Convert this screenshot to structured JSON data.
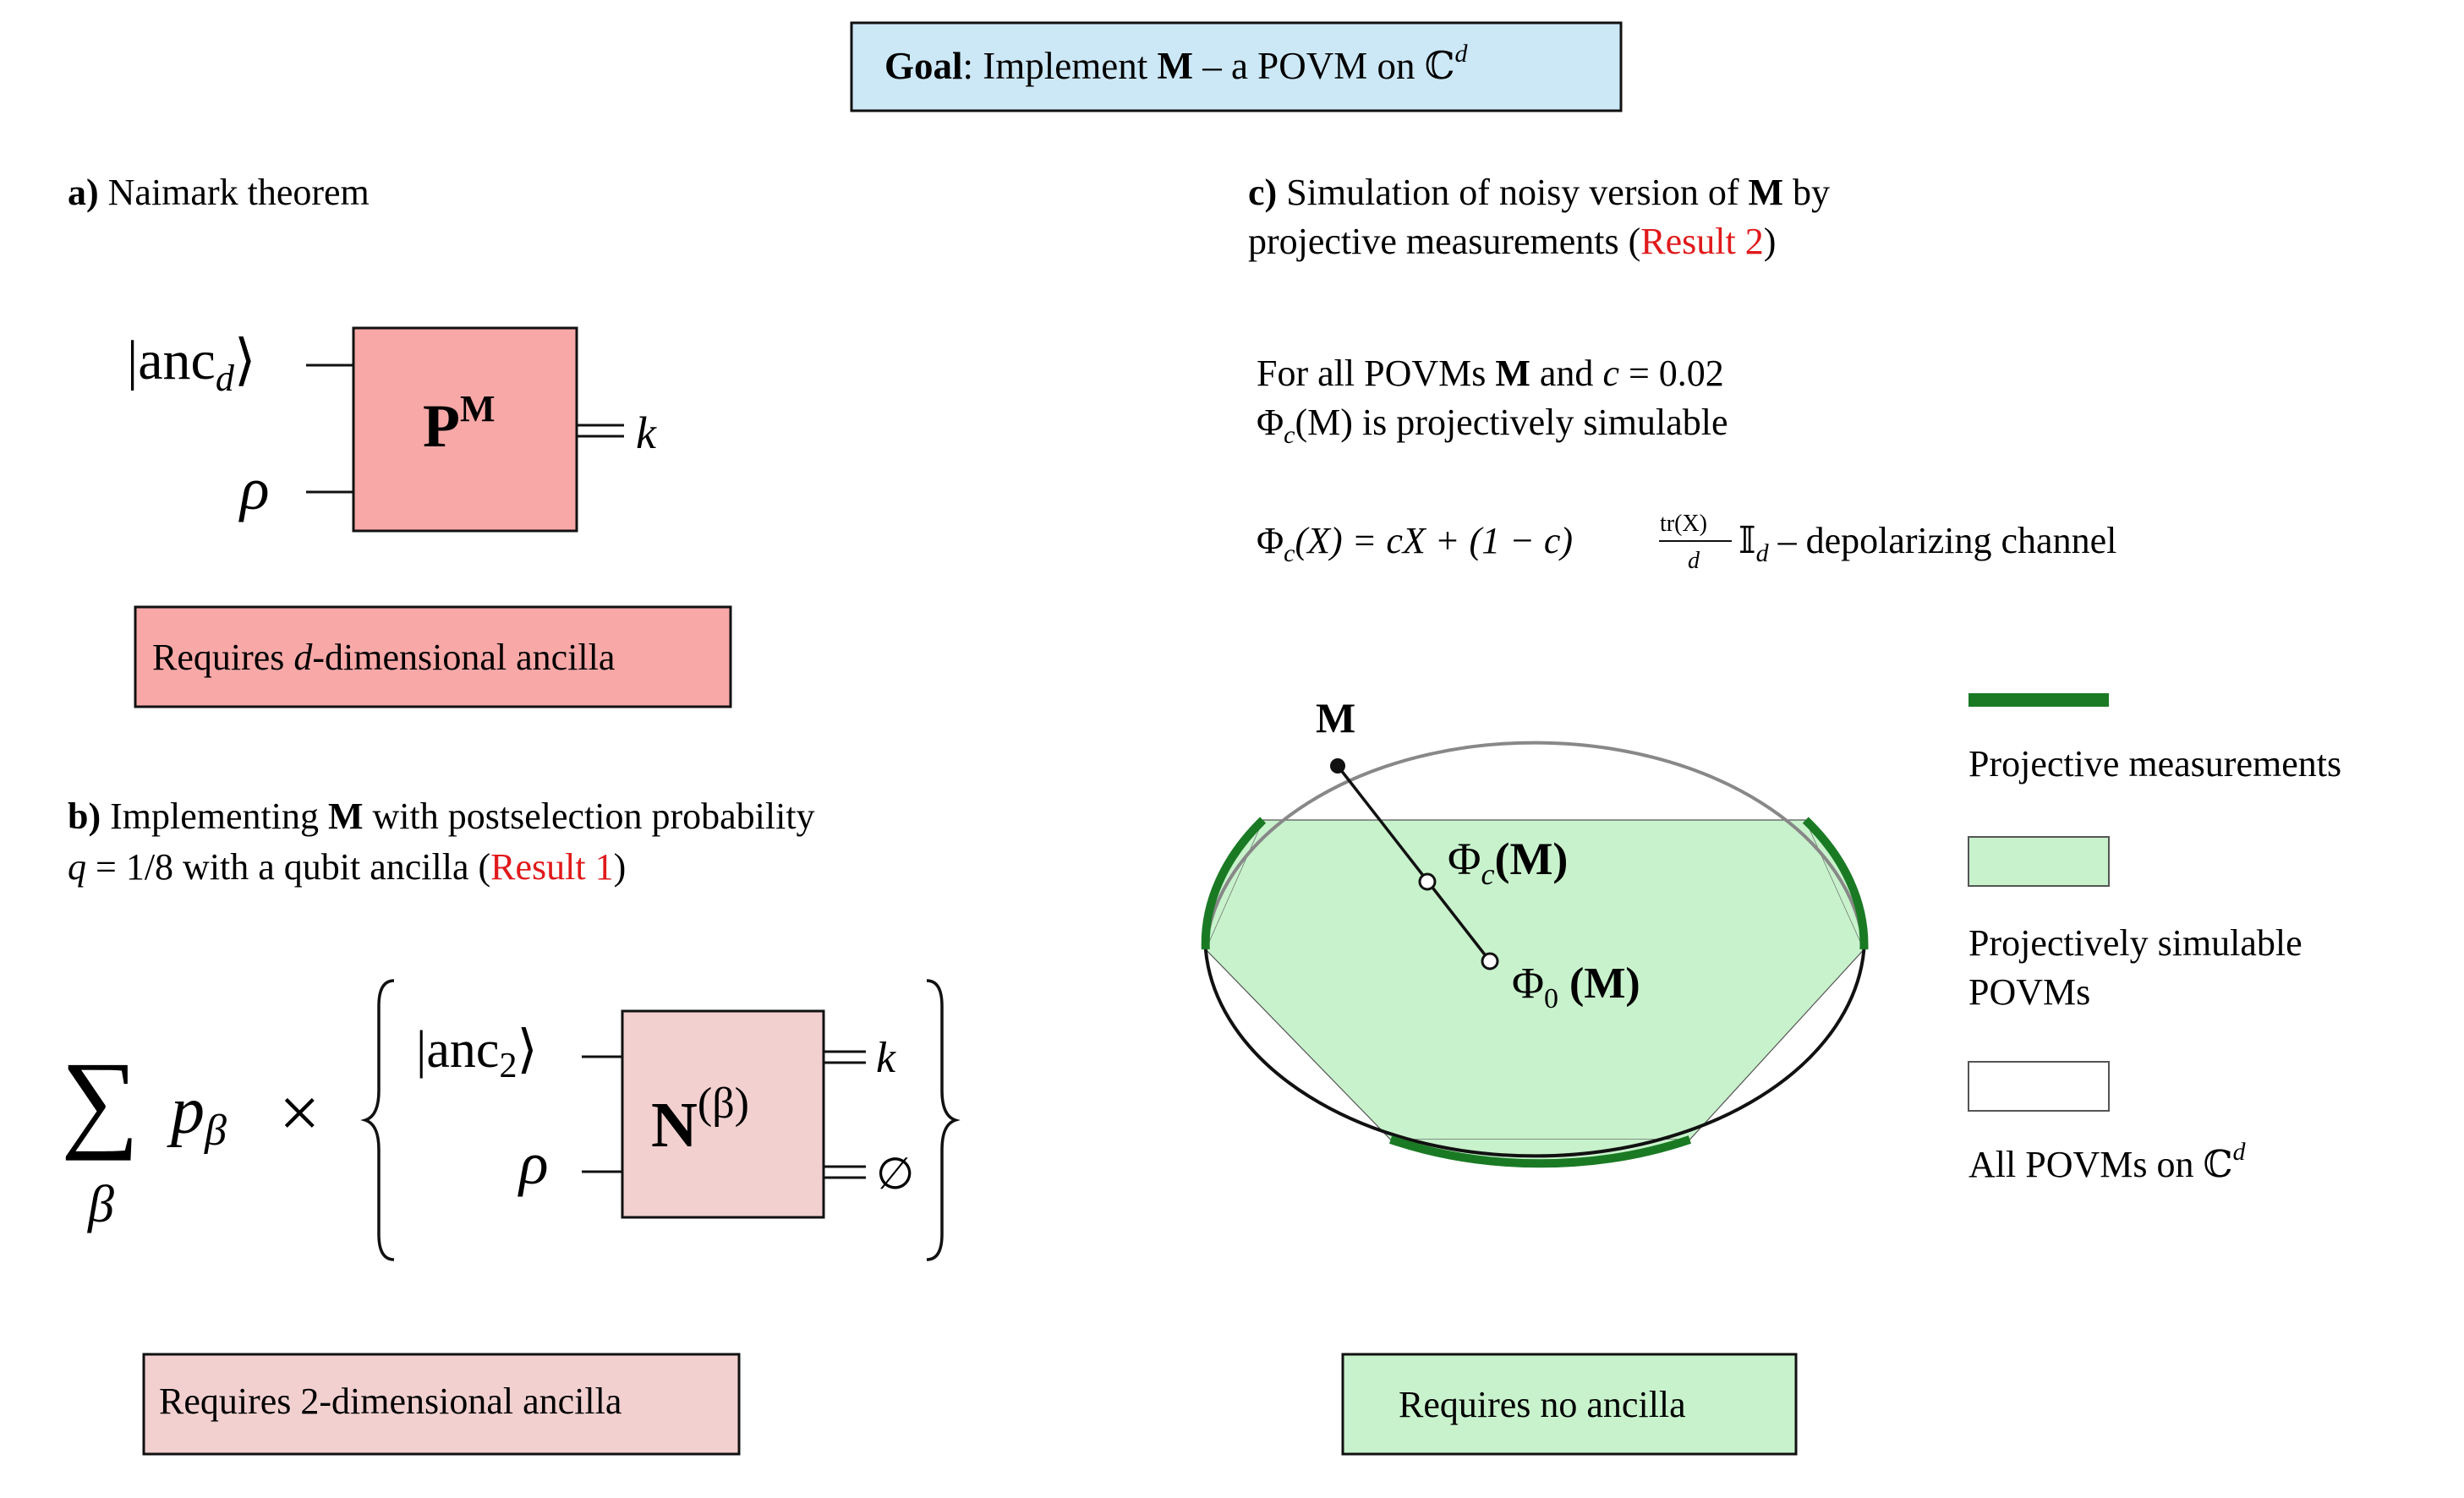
{
  "goal": {
    "bold": "Goal",
    "text_before": ": Implement ",
    "m": "M",
    "text_after": " – a POVM on ℂ",
    "sup": "d"
  },
  "panel_a": {
    "letter": "a)",
    "title": " Naimark theorem",
    "anc_label": "|anc",
    "anc_sub": "d",
    "anc_close": "⟩",
    "rho": "ρ",
    "box_main": "P",
    "box_sup": "M",
    "output": "k",
    "requirement_before": "Requires ",
    "requirement_var": "d",
    "requirement_after": "-dimensional ancilla"
  },
  "panel_b": {
    "letter": "b)",
    "line1_before": " Implementing ",
    "line1_m": "M",
    "line1_after": " with postselection probability",
    "line2_q": "q",
    "line2_before": " = 1/8 with a qubit ancilla (",
    "line2_result": "Result 1",
    "line2_after": ")",
    "sum_symbol": "∑",
    "sum_index": "β",
    "p": "p",
    "p_sub": "β",
    "times": "×",
    "anc_label": "|anc",
    "anc_sub": "2",
    "anc_close": "⟩",
    "rho": "ρ",
    "box_main": "N",
    "box_sup": "(β)",
    "output_top": "k",
    "output_bottom": "∅",
    "requirement": "Requires 2-dimensional ancilla"
  },
  "panel_c": {
    "letter": "c)",
    "line1_before": " Simulation of noisy version of ",
    "line1_m": "M",
    "line1_after": " by",
    "line2_before": "projective measurements (",
    "line2_result": "Result 2",
    "line2_after": ")",
    "statement_line1_before": "For all POVMs ",
    "statement_line1_m": "M",
    "statement_line1_mid": " and ",
    "statement_line1_c": "c",
    "statement_line1_after": " = 0.02",
    "statement_line2_phi": "Φ",
    "statement_line2_sub": "c",
    "statement_line2_arg": "(M)",
    "statement_line2_after": " is projectively simulable",
    "channel_phi": "Φ",
    "channel_sub": "c",
    "channel_lhs": "(X) = cX + (1 − c)",
    "channel_frac_num": "tr(X)",
    "channel_frac_den": "d",
    "channel_identity": "𝕀",
    "channel_identity_sub": "d",
    "channel_tail": " – depolarizing channel",
    "label_m": "M",
    "label_phic": "Φ",
    "label_phic_sub": "c",
    "label_phic_arg": "(M)",
    "label_phi0": "Φ",
    "label_phi0_sub": "0",
    "label_phi0_arg": " (M)",
    "requirement": "Requires no ancilla"
  },
  "legend": {
    "projective": "Projective measurements",
    "simulable_line1": "Projectively simulable",
    "simulable_line2": "POVMs",
    "all_povms": "All POVMs on ℂ",
    "all_povms_sup": "d"
  },
  "colors": {
    "goal_fill": "#cce8f6",
    "naimark_fill": "#f9a8a8",
    "panel_b_fill": "#f2d0d0",
    "simulable_fill": "#c8f2cc",
    "projective_green": "#1a7a24",
    "result_red": "#e0191b",
    "outline_gray": "#888888"
  }
}
